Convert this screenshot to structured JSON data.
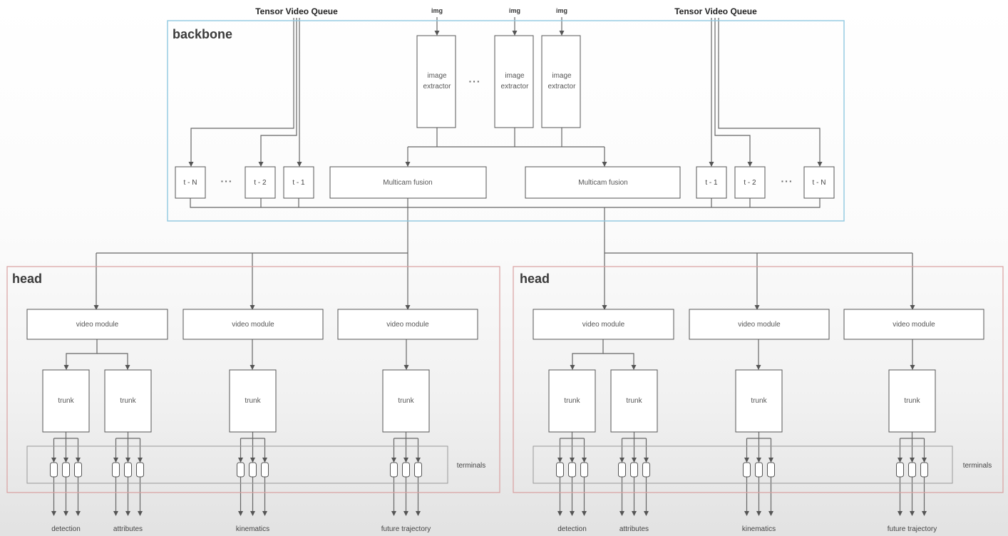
{
  "labels": {
    "backbone": "backbone",
    "head_left": "head",
    "head_right": "head",
    "queue_left": "Tensor Video Queue",
    "queue_right": "Tensor Video Queue",
    "img": "img",
    "image_extractor_line1": "image",
    "image_extractor_line2": "extractor",
    "ellipsis": "···",
    "multicam_fusion": "Multicam fusion",
    "video_module": "video module",
    "trunk": "trunk",
    "terminals": "terminals",
    "t_minus_n": "t - N",
    "t_minus_2": "t - 2",
    "t_minus_1": "t - 1"
  },
  "outputs_left": [
    "detection",
    "attributes",
    "kinematics",
    "future trajectory"
  ],
  "outputs_right": [
    "detection",
    "attributes",
    "kinematics",
    "future trajectory"
  ],
  "colors": {
    "backbone_border": "#8fc8e0",
    "head_border": "#d9a0a0",
    "terminals_border": "#999999",
    "line": "#666666"
  }
}
